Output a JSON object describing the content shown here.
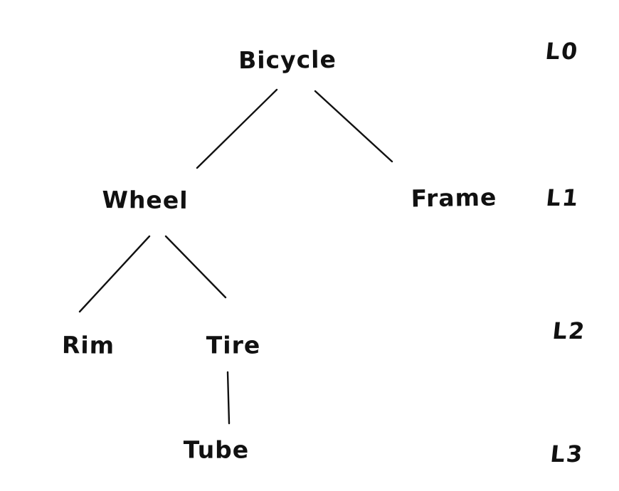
{
  "diagram": {
    "type": "tree",
    "description": "Hand-drawn component hierarchy tree of a bicycle with depth level labels",
    "nodes": [
      {
        "id": "bicycle",
        "label": "Bicycle",
        "level": 0,
        "parent": null
      },
      {
        "id": "wheel",
        "label": "Wheel",
        "level": 1,
        "parent": "bicycle"
      },
      {
        "id": "frame",
        "label": "Frame",
        "level": 1,
        "parent": "bicycle"
      },
      {
        "id": "rim",
        "label": "Rim",
        "level": 2,
        "parent": "wheel"
      },
      {
        "id": "tire",
        "label": "Tire",
        "level": 2,
        "parent": "wheel"
      },
      {
        "id": "tube",
        "label": "Tube",
        "level": 3,
        "parent": "tire"
      }
    ],
    "edges": [
      {
        "from": "bicycle",
        "to": "wheel"
      },
      {
        "from": "bicycle",
        "to": "frame"
      },
      {
        "from": "wheel",
        "to": "rim"
      },
      {
        "from": "wheel",
        "to": "tire"
      },
      {
        "from": "tire",
        "to": "tube"
      }
    ],
    "level_labels": [
      {
        "label": "L0"
      },
      {
        "label": "L1"
      },
      {
        "label": "L2"
      },
      {
        "label": "L3"
      }
    ]
  },
  "colors": {
    "ink": "#111111",
    "background": "#ffffff"
  }
}
